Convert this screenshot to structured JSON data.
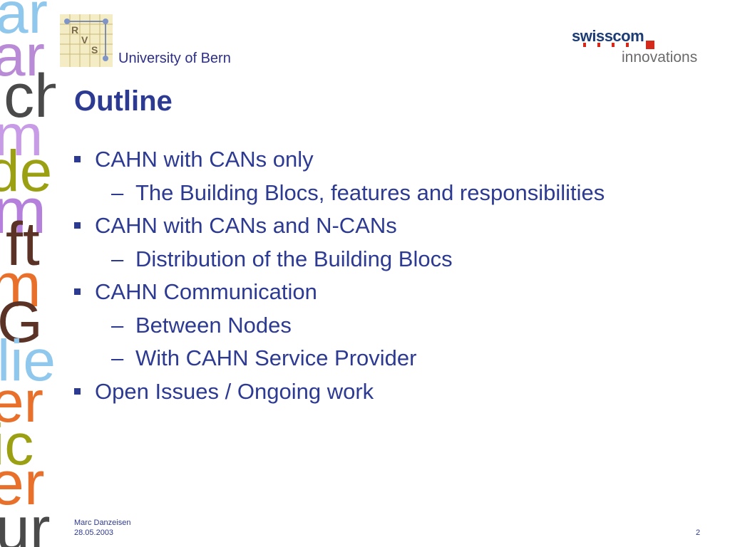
{
  "header": {
    "institution": "University of Bern",
    "logo_letters": [
      "R",
      "V",
      "S"
    ],
    "brand_name": "swisscom",
    "brand_sub": "innovations"
  },
  "slide": {
    "title": "Outline",
    "items": [
      {
        "level": 1,
        "text": "CAHN with CANs only"
      },
      {
        "level": 2,
        "text": "The Building Blocs, features and responsibilities"
      },
      {
        "level": 1,
        "text": "CAHN with CANs and N-CANs"
      },
      {
        "level": 2,
        "text": "Distribution of the Building Blocs"
      },
      {
        "level": 1,
        "text": "CAHN Communication"
      },
      {
        "level": 2,
        "text": "Between Nodes"
      },
      {
        "level": 2,
        "text": "With CAHN Service Provider"
      },
      {
        "level": 1,
        "text": "Open Issues / Ongoing work"
      }
    ],
    "sub_marker": "–"
  },
  "footer": {
    "author": "Marc Danzeisen",
    "date": "28.05.2003",
    "page": "2"
  },
  "colors": {
    "text_blue": "#2d3a92",
    "brand_red": "#d42a1c",
    "brand_navy": "#1d3c74"
  }
}
